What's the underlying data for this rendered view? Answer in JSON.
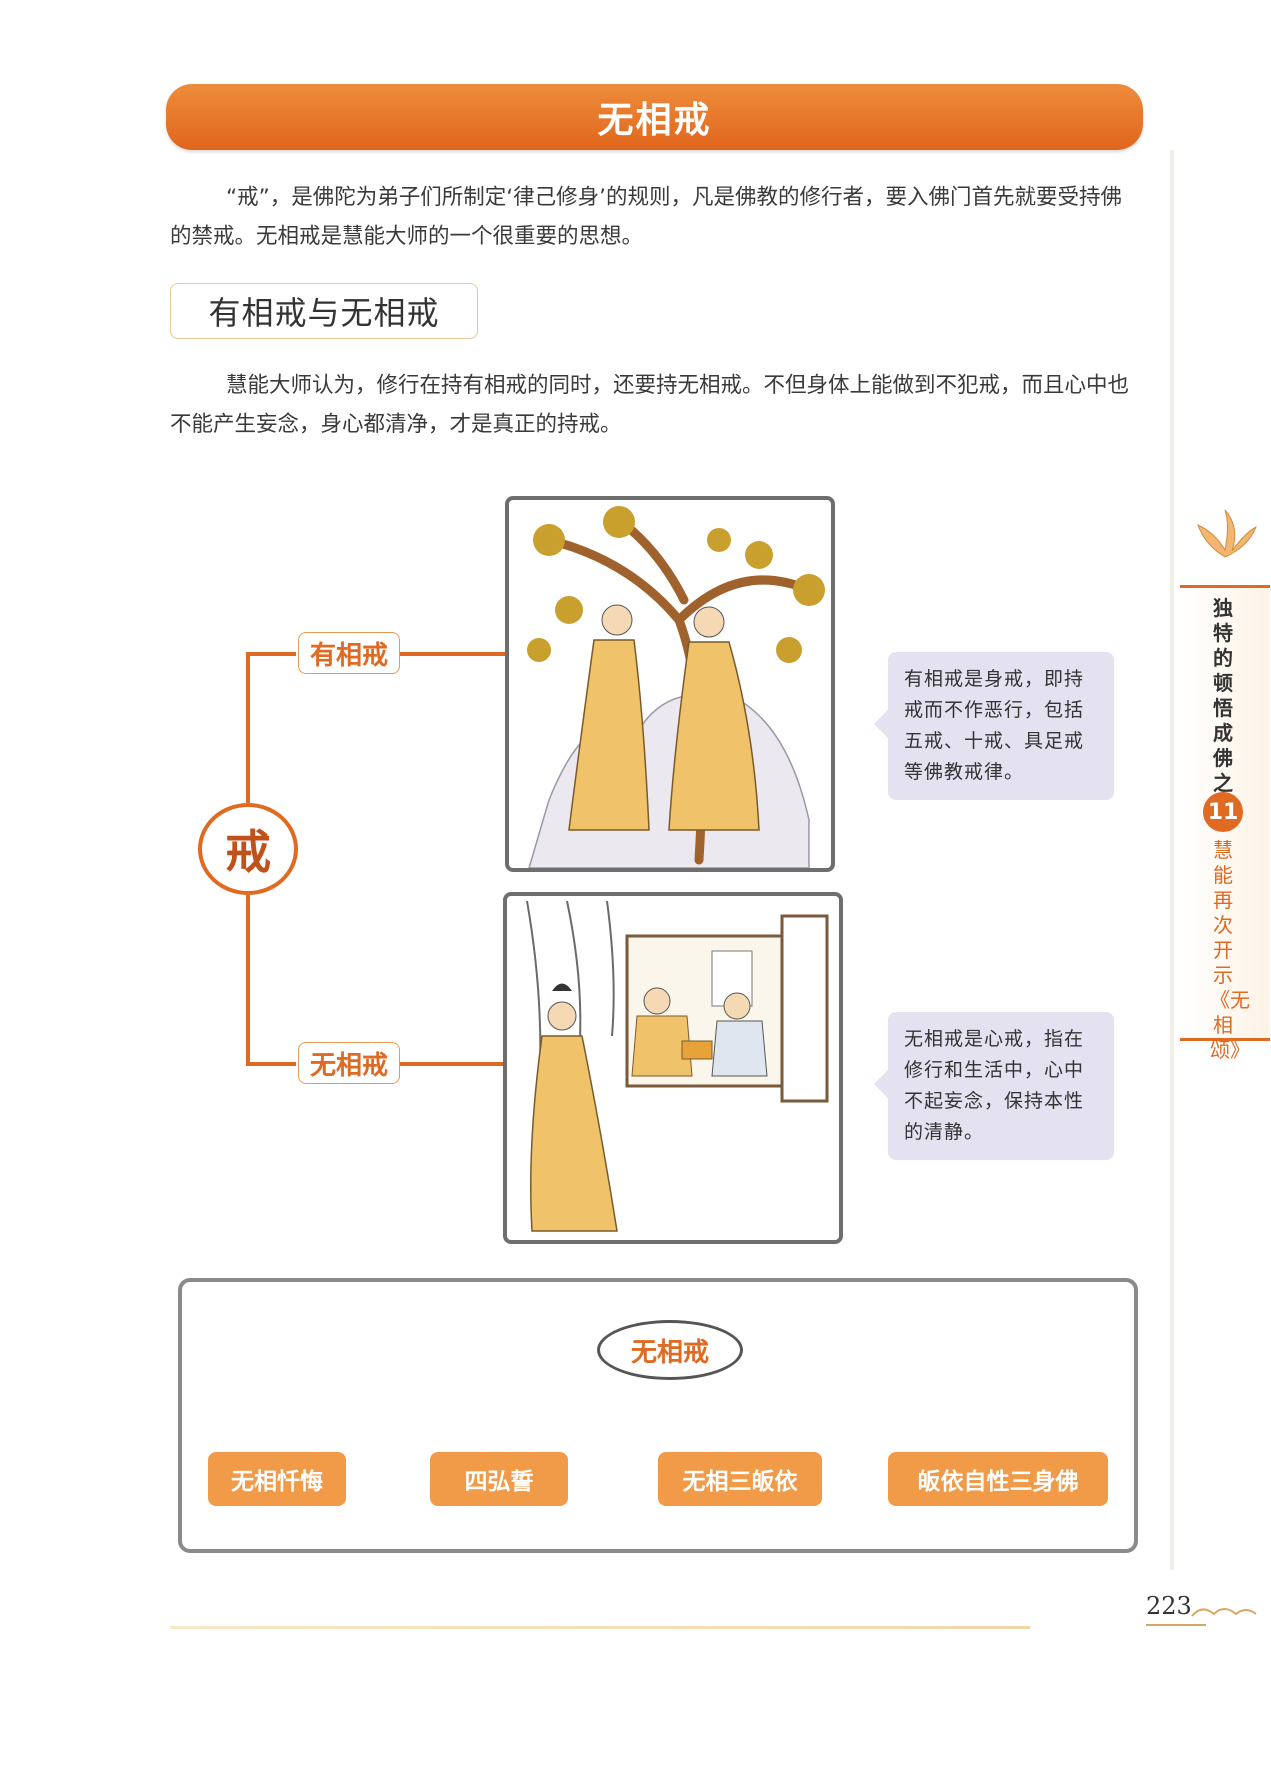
{
  "title": "无相戒",
  "intro": "“戒”，是佛陀为弟子们所制定‘律己修身’的规则，凡是佛教的修行者，要入佛门首先就要受持佛的禁戒。无相戒是慧能大师的一个很重要的思想。",
  "section": {
    "heading": "有相戒与无相戒",
    "paragraph": "慧能大师认为，修行在持有相戒的同时，还要持无相戒。不但身体上能做到不犯戒，而且心中也不能产生妄念，身心都清净，才是真正的持戒。"
  },
  "diagram": {
    "root": "戒",
    "branches": [
      {
        "label": "有相戒",
        "note": "有相戒是身戒，即持戒而不作恶行，包括五戒、十戒、具足戒等佛教戒律。"
      },
      {
        "label": "无相戒",
        "note": "无相戒是心戒，指在修行和生活中，心中不起妄念，保持本性的清静。"
      }
    ]
  },
  "tree": {
    "root": "无相戒",
    "children": [
      "无相忏悔",
      "四弘誓",
      "无相三皈依",
      "皈依自性三身佛"
    ]
  },
  "side_tab": {
    "chapter_title": "独特的顿悟成佛之道",
    "chapter_number": "11",
    "section_title": "慧能再次开示《无相颂》"
  },
  "page_number": "223"
}
